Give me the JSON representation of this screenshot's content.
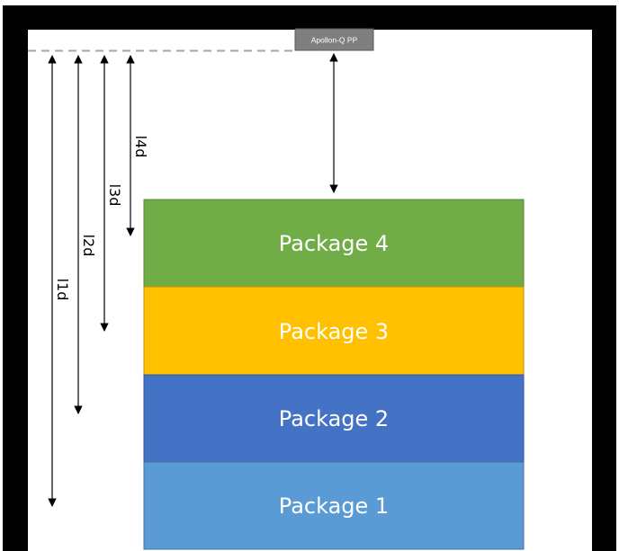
{
  "sensor": {
    "label": "Apollon-Q PP"
  },
  "packages": [
    {
      "label": "Package 4",
      "color": "#70AD47"
    },
    {
      "label": "Package 3",
      "color": "#FFC000"
    },
    {
      "label": "Package 2",
      "color": "#4472C4"
    },
    {
      "label": "Package 1",
      "color": "#5B9BD5"
    }
  ],
  "distances": [
    {
      "label": "l1d"
    },
    {
      "label": "l2d"
    },
    {
      "label": "l3d"
    },
    {
      "label": "l4d"
    }
  ],
  "colors": {
    "frame": "#000000",
    "sensor_fill": "#7F7F7F",
    "reference_line": "#A6A6A6"
  }
}
